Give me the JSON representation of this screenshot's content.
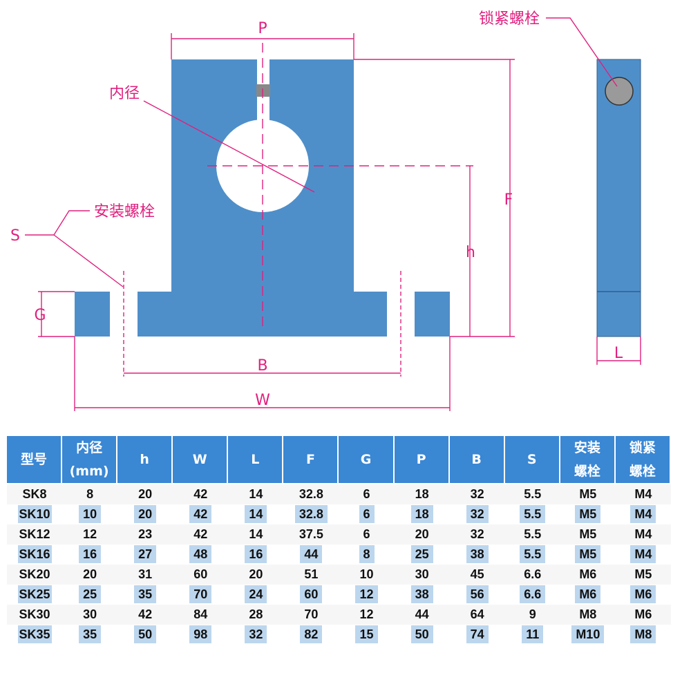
{
  "diagram": {
    "labels": {
      "P": "P",
      "F": "F",
      "h": "h",
      "G": "G",
      "B": "B",
      "W": "W",
      "L": "L",
      "S": "S",
      "bore": "内径",
      "mount_bolt": "安装螺栓",
      "lock_bolt": "锁紧螺栓"
    },
    "colors": {
      "body": "#4f8fc9",
      "dimension": "#e0207e",
      "bolt": "#999999"
    }
  },
  "table": {
    "headers": [
      [
        "型号"
      ],
      [
        "内径",
        "(mm)"
      ],
      [
        "h"
      ],
      [
        "W"
      ],
      [
        "L"
      ],
      [
        "F"
      ],
      [
        "G"
      ],
      [
        "P"
      ],
      [
        "B"
      ],
      [
        "S"
      ],
      [
        "安装",
        "螺栓"
      ],
      [
        "锁紧",
        "螺栓"
      ]
    ],
    "rows": [
      [
        "SK8",
        "8",
        "20",
        "42",
        "14",
        "32.8",
        "6",
        "18",
        "32",
        "5.5",
        "M5",
        "M4"
      ],
      [
        "SK10",
        "10",
        "20",
        "42",
        "14",
        "32.8",
        "6",
        "18",
        "32",
        "5.5",
        "M5",
        "M4"
      ],
      [
        "SK12",
        "12",
        "23",
        "42",
        "14",
        "37.5",
        "6",
        "20",
        "32",
        "5.5",
        "M5",
        "M4"
      ],
      [
        "SK16",
        "16",
        "27",
        "48",
        "16",
        "44",
        "8",
        "25",
        "38",
        "5.5",
        "M5",
        "M4"
      ],
      [
        "SK20",
        "20",
        "31",
        "60",
        "20",
        "51",
        "10",
        "30",
        "45",
        "6.6",
        "M6",
        "M5"
      ],
      [
        "SK25",
        "25",
        "35",
        "70",
        "24",
        "60",
        "12",
        "38",
        "56",
        "6.6",
        "M6",
        "M6"
      ],
      [
        "SK30",
        "30",
        "42",
        "84",
        "28",
        "70",
        "12",
        "44",
        "64",
        "9",
        "M8",
        "M6"
      ],
      [
        "SK35",
        "35",
        "50",
        "98",
        "32",
        "82",
        "15",
        "50",
        "74",
        "11",
        "M10",
        "M8"
      ]
    ]
  }
}
